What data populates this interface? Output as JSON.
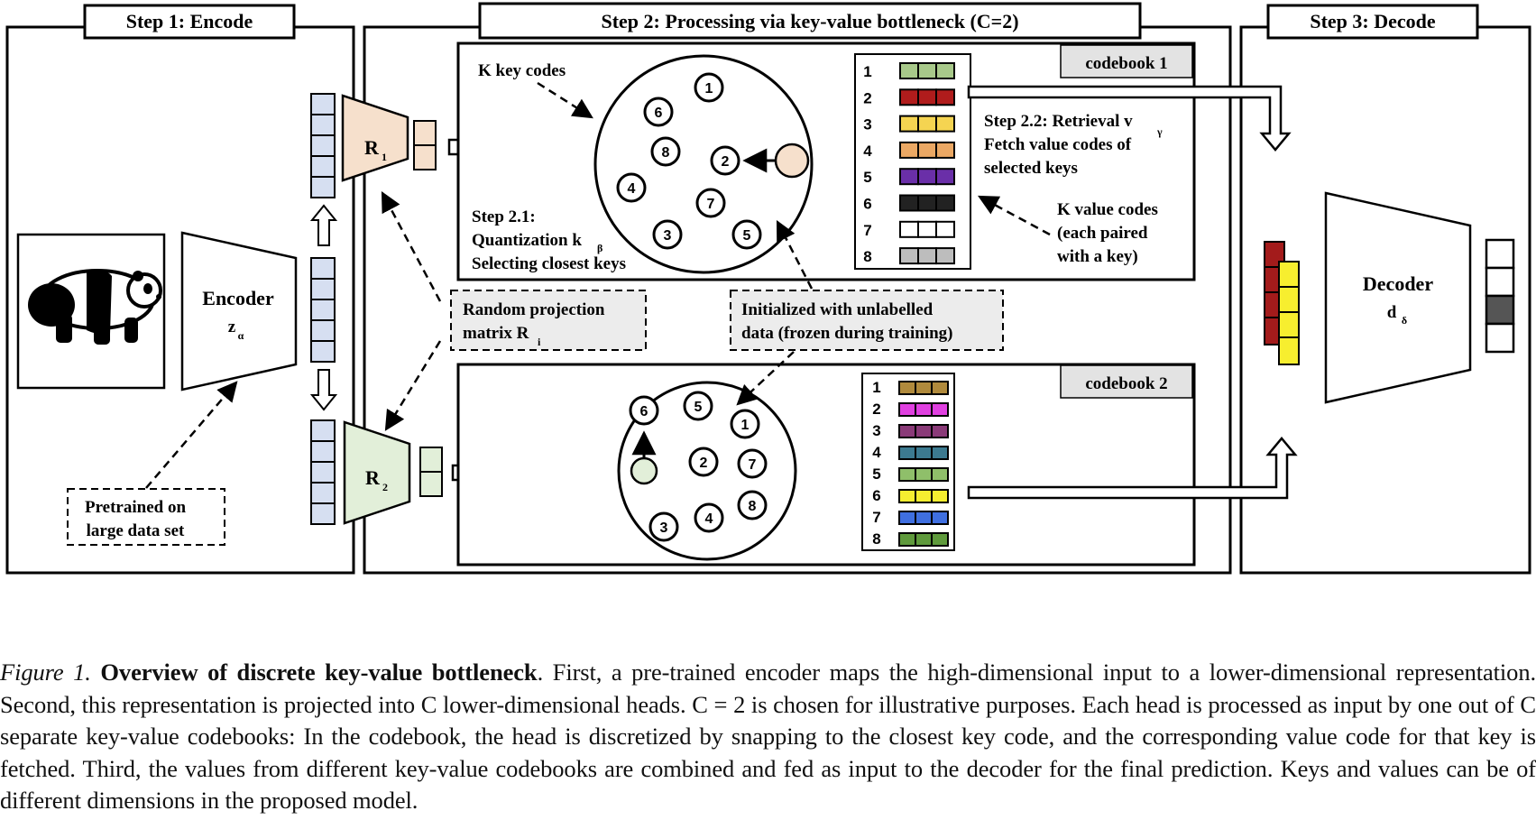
{
  "figure": {
    "steps": {
      "step1": "Step 1: Encode",
      "step2": "Step 2: Processing via key-value bottleneck (C=2)",
      "step3": "Step 3: Decode"
    },
    "encoder": {
      "label": "Encoder",
      "param": "z",
      "param_sub": "α"
    },
    "decoder": {
      "label": "Decoder",
      "param": "d",
      "param_sub": "δ"
    },
    "projections": {
      "r1": {
        "letter": "R",
        "sub": "1"
      },
      "r2": {
        "letter": "R",
        "sub": "2"
      }
    },
    "pretrained_note": [
      "Pretrained on",
      "large data set"
    ],
    "random_projection_note": {
      "line1": "Random projection",
      "line2": "matrix R",
      "line2_sub": "i"
    },
    "unlabelled_note": [
      "Initialized with unlabelled",
      "data (frozen during training)"
    ],
    "key_codes_label": "K key codes",
    "quantization": {
      "line1": "Step 2.1:",
      "line2": "Quantization k",
      "line2_sub": "β",
      "line3": "Selecting closest keys"
    },
    "retrieval": {
      "line1": "Step 2.2: Retrieval  v",
      "line1_sub": "γ",
      "line2": "Fetch value codes of",
      "line3": "selected keys"
    },
    "value_codes_note": [
      "K value codes",
      "(each paired",
      "with a key)"
    ],
    "codebook1": {
      "title": "codebook 1",
      "keys": [
        "1",
        "2",
        "3",
        "4",
        "5",
        "6",
        "7",
        "8"
      ],
      "rows": [
        "1",
        "2",
        "3",
        "4",
        "5",
        "6",
        "7",
        "8"
      ],
      "colors": [
        "#a8c98a",
        "#b01c1c",
        "#f5d451",
        "#eba864",
        "#6a2fa8",
        "#222222",
        "#ffffff",
        "#bdbdbd"
      ]
    },
    "codebook2": {
      "title": "codebook 2",
      "keys": [
        "6",
        "5",
        "1",
        "2",
        "7",
        "3",
        "4",
        "8"
      ],
      "rows": [
        "1",
        "2",
        "3",
        "4",
        "5",
        "6",
        "7",
        "8"
      ],
      "colors": [
        "#b08a3c",
        "#e040e0",
        "#8a3a78",
        "#3c7a90",
        "#8fbf6a",
        "#f5ee30",
        "#3f6fe0",
        "#5f9a3c"
      ]
    },
    "colors": {
      "vector_blue": "#d6dff1",
      "r1_fill": "#f6e0cc",
      "r2_fill": "#e2efd9",
      "note_fill": "#ececec",
      "title_fill": "#e3e3e3",
      "out_red": "#a31b1b",
      "out_yellow": "#f7ee2f",
      "out_dark": "#555555"
    }
  },
  "caption": {
    "fig_no": "Figure 1.",
    "title": "Overview of discrete key-value bottleneck",
    "body": ". First, a pre-trained encoder maps the high-dimensional input to a lower-dimensional representation. Second, this representation is projected into C lower-dimensional heads. C = 2 is chosen for illustrative purposes. Each head is processed as input by one out of C separate key-value codebooks: In the codebook, the head is discretized by snapping to the closest key code, and the corresponding value code for that key is fetched. Third, the values from different key-value codebooks are combined and fed as input to the decoder for the final prediction. Keys and values can be of different dimensions in the proposed model."
  }
}
